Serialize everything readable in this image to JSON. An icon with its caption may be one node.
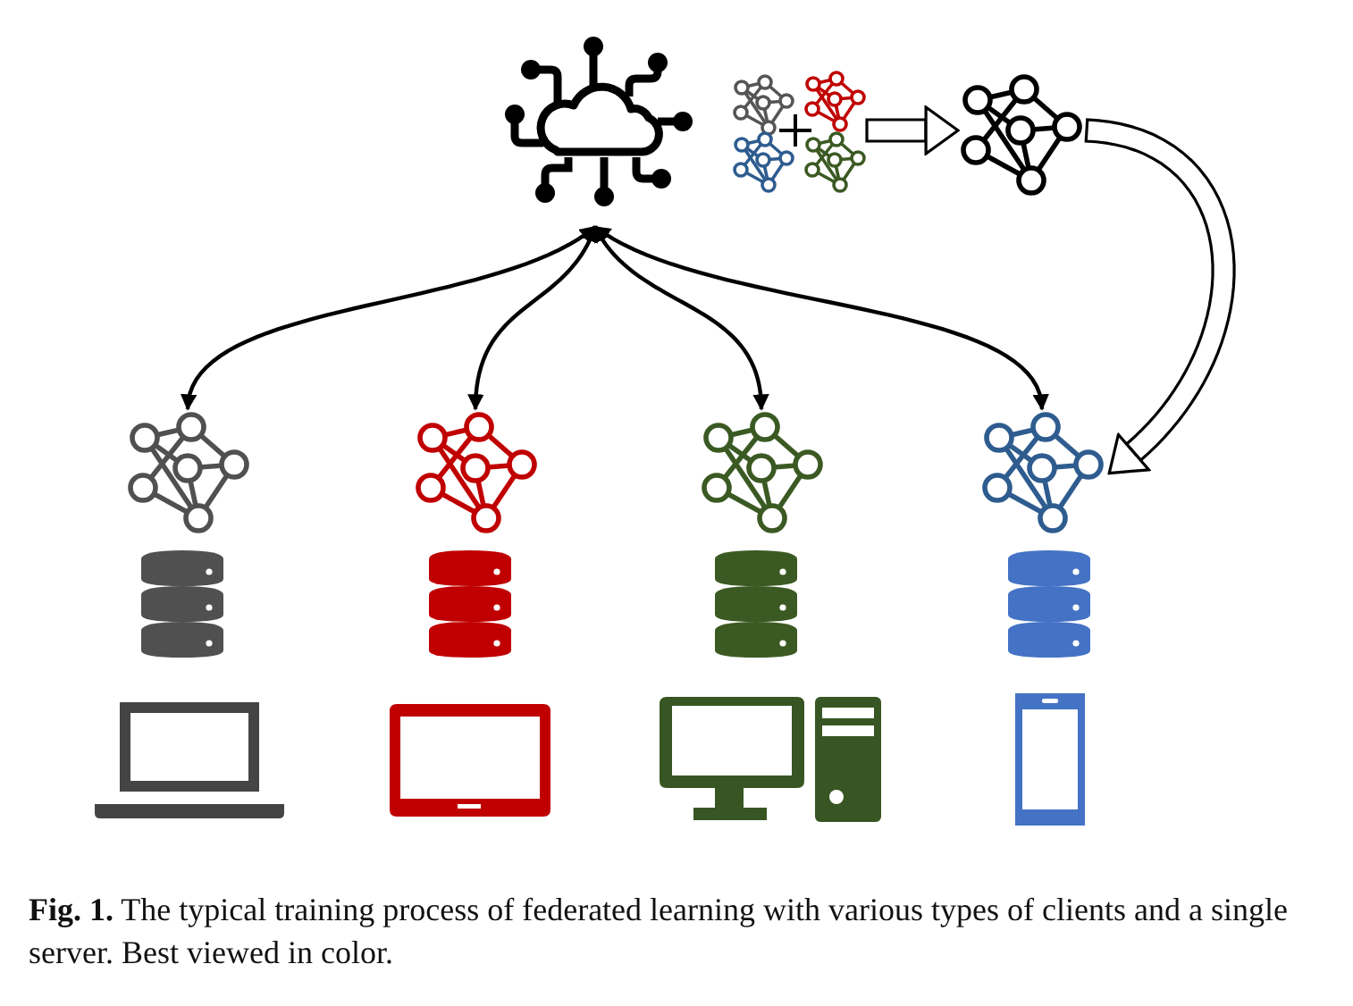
{
  "diagram": {
    "caption": "**Fig. 1.** The typical training process of federated learning with various types of clients and a single server. Best viewed in color.",
    "nodes": [
      {
        "text": [],
        "shape": "cloud"
      },
      {
        "text": [],
        "shape": "picture"
      },
      {
        "text": [],
        "shape": "network"
      },
      {
        "text": [],
        "shape": "network"
      },
      {
        "text": [],
        "shape": "network"
      },
      {
        "text": [],
        "shape": "network"
      },
      {
        "text": [],
        "shape": "network"
      }
    ],
    "edges": [
      {
        "from": 0,
        "to": 3,
        "arrow": "both"
      },
      {
        "from": 0,
        "to": 4,
        "arrow": "both"
      },
      {
        "from": 0,
        "to": 5,
        "arrow": "both"
      },
      {
        "from": 0,
        "to": 6,
        "arrow": "both"
      },
      {
        "from": 1,
        "to": 2,
        "arrow": "to"
      },
      {
        "from": 2,
        "to": 6,
        "arrow": "to"
      }
    ]
  }
}
